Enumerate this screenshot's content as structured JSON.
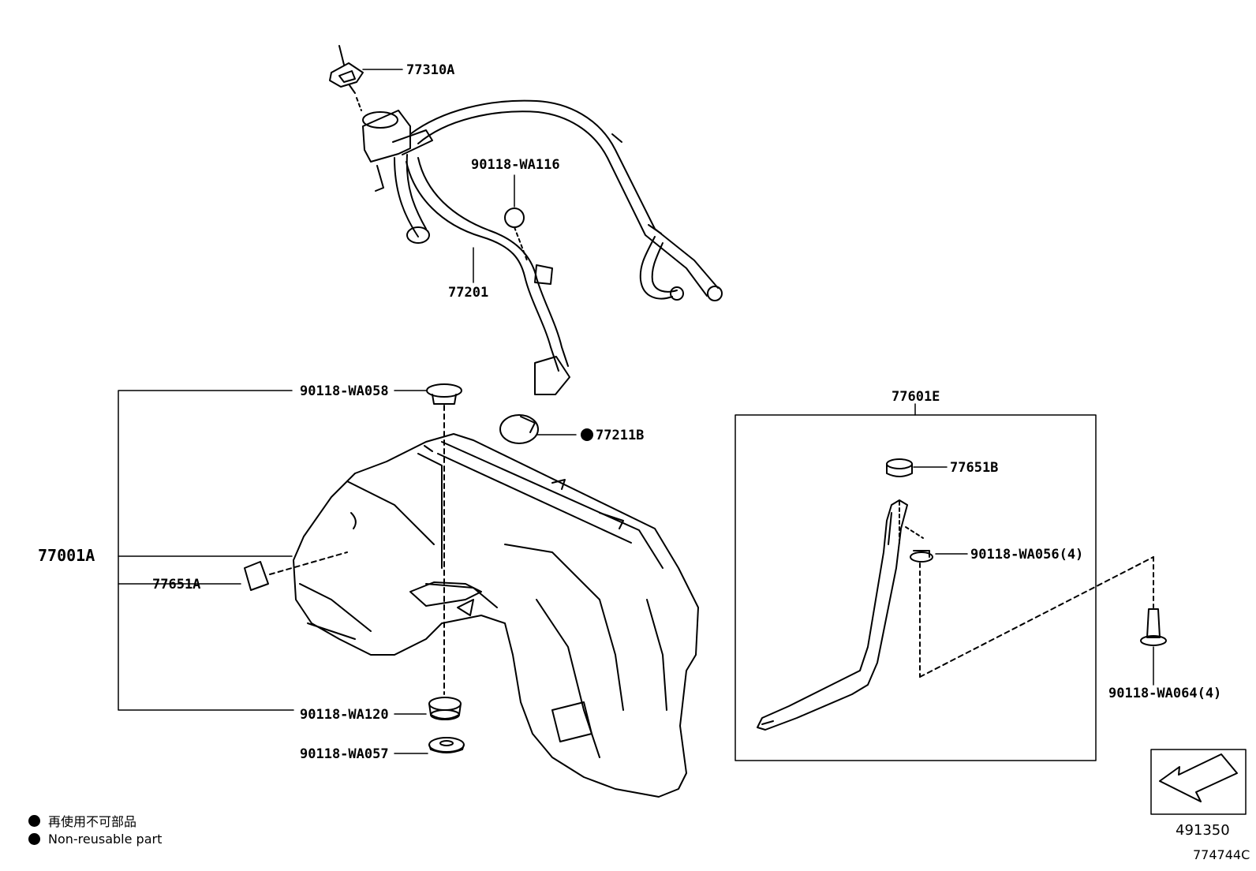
{
  "labels": {
    "p77310A": "77310A",
    "p90118WA116": "90118-WA116",
    "p77201": "77201",
    "p90118WA058": "90118-WA058",
    "p77211B": "77211B",
    "p77001A": "77001A",
    "p77651A": "77651A",
    "p90118WA120": "90118-WA120",
    "p90118WA057": "90118-WA057",
    "p77601E": "77601E",
    "p77651B": "77651B",
    "p90118WA056": "90118-WA056(4)",
    "p90118WA064": "90118-WA064(4)"
  },
  "legend": {
    "jp": "再使用不可部品",
    "en": "Non-reusable part"
  },
  "reference": {
    "arrow_code": "491350",
    "figure_code": "774744C"
  }
}
